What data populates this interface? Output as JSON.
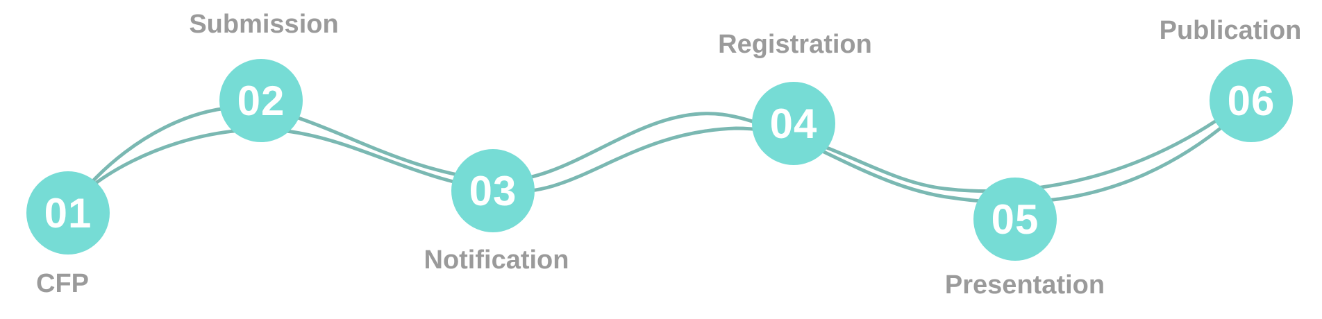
{
  "colors": {
    "node_fill": "#76dcd5",
    "curve_stroke": "#7ab8b2",
    "label_text": "#9a9a9a",
    "number_text": "#ffffff"
  },
  "steps": [
    {
      "number": "01",
      "label": "CFP"
    },
    {
      "number": "02",
      "label": "Submission"
    },
    {
      "number": "03",
      "label": "Notification"
    },
    {
      "number": "04",
      "label": "Registration"
    },
    {
      "number": "05",
      "label": "Presentation"
    },
    {
      "number": "06",
      "label": "Publication"
    }
  ]
}
